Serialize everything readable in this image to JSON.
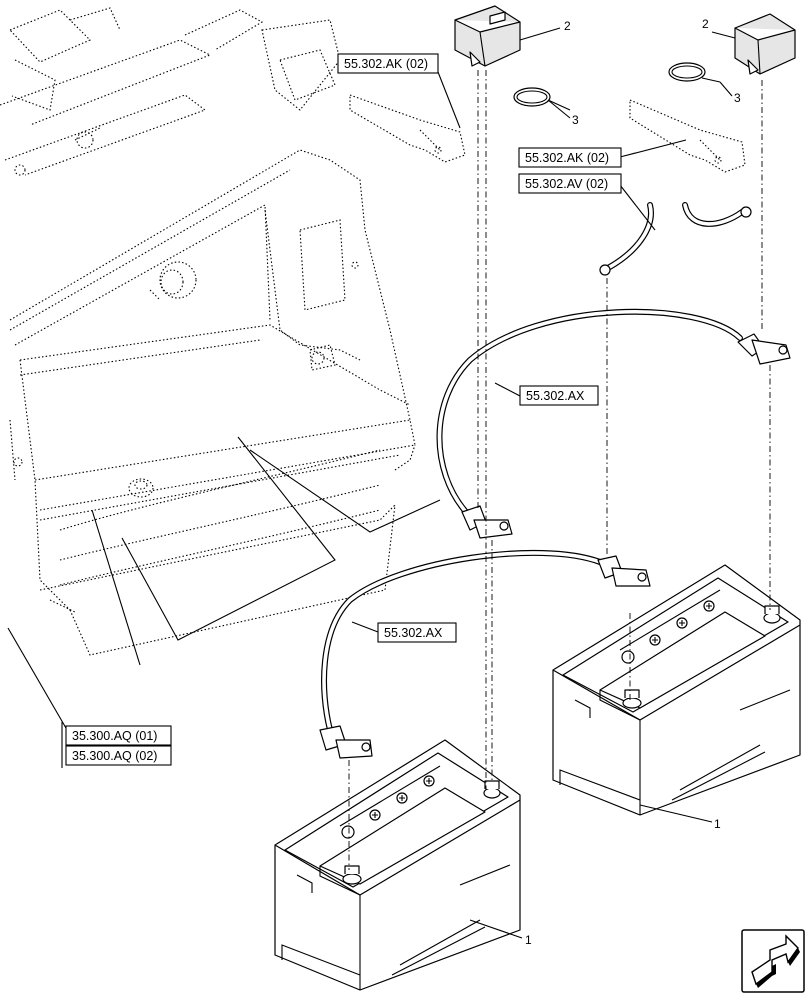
{
  "references": {
    "ak_top": "55.302.AK (02)",
    "ak_right": "55.302.AK (02)",
    "av_right": "55.302.AV (02)",
    "ax_upper": "55.302.AX",
    "ax_lower": "55.302.AX",
    "aq_01": "35.300.AQ (01)",
    "aq_02": "35.300.AQ (02)"
  },
  "callouts": {
    "cover_left": "2",
    "cover_right": "2",
    "tie_left": "3",
    "tie_right": "3",
    "battery_right": "1",
    "battery_left": "1"
  },
  "navigation": {
    "icon": "next-page-arrow-icon"
  }
}
